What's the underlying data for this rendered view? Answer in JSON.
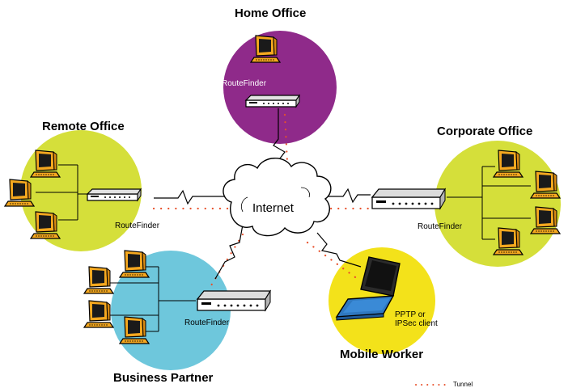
{
  "nodes": {
    "home": {
      "title": "Home Office",
      "device_label": "RouteFinder",
      "color": "#8f2a8a"
    },
    "remote": {
      "title": "Remote Office",
      "device_label": "RouteFinder",
      "color": "#d5df3a"
    },
    "corporate": {
      "title": "Corporate Office",
      "device_label": "RouteFinder",
      "color": "#d5df3a"
    },
    "business": {
      "title": "Business Partner",
      "device_label": "RouteFinder",
      "color": "#6ec7dc"
    },
    "mobile": {
      "title": "Mobile Worker",
      "device_label_line1": "PPTP or",
      "device_label_line2": "IPSec client",
      "color": "#f3e21a"
    }
  },
  "internet": {
    "label": "Internet"
  },
  "legend": {
    "tunnel_label": "Tunnel",
    "tunnel_color": "#e8502a"
  },
  "icons": [
    "computer-icon",
    "router-icon",
    "laptop-icon",
    "cloud-icon"
  ]
}
